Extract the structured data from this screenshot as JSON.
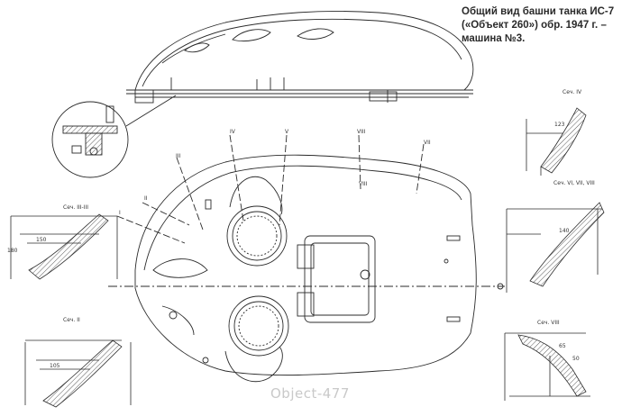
{
  "title": {
    "line1": "Общий вид башни танка ИС-7",
    "line2": "(«Объект 260») обр. 1947 г. –",
    "line3": "машина №3."
  },
  "section_labels": {
    "s1": "Сеч. IV",
    "s2": "Сеч. VI, VII, VIII",
    "s3": "Сеч. VIII",
    "s4": "Сеч. III-III",
    "s5": "Сеч. II"
  },
  "cut_marks": {
    "c1": "IV",
    "c2": "V",
    "c3": "VIII",
    "c4": "VII",
    "c5": "VIII",
    "c6": "III",
    "c7": "II",
    "c8": "I"
  },
  "dimensions": {
    "d1": "123",
    "d2": "140",
    "d3": "150",
    "d4": "180",
    "d5": "105",
    "d6": "65",
    "d7": "50"
  },
  "watermark": "Object-477",
  "colors": {
    "line": "#2b2b2b",
    "paper": "#ffffff",
    "text": "#2a2a2a"
  }
}
